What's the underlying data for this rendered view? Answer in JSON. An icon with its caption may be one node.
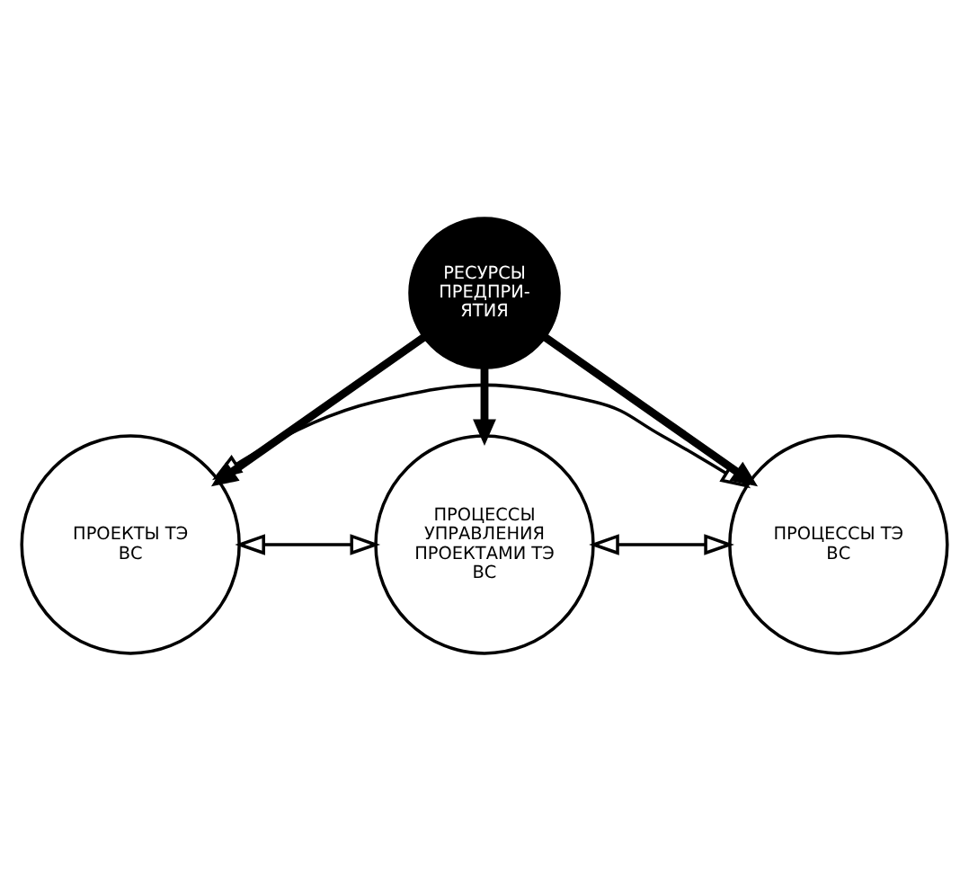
{
  "diagram": {
    "nodes": [
      {
        "text": [
          "ПРОЕКТЫ ТЭ ВС"
        ]
      },
      {
        "text": [
          "РЕСУРСЫ ПРЕДПРИ- ЯТИЯ"
        ]
      },
      {
        "text": [
          "ПРОЦЕССЫ УПРАВЛЕНИЯ ПРОЕКТАМИ ТЭ ВС"
        ]
      },
      {
        "text": [
          "ПРОЦЕССЫ ТЭ ВС"
        ]
      }
    ],
    "edges": [
      {
        "from": 1,
        "to": 0,
        "arrow": "to",
        "style": "thick"
      },
      {
        "from": 1,
        "to": 2,
        "arrow": "to",
        "style": "thick"
      },
      {
        "from": 1,
        "to": 3,
        "arrow": "to",
        "style": "thick"
      },
      {
        "from": 2,
        "to": 0,
        "arrow": "both"
      },
      {
        "from": 0,
        "to": 3,
        "arrow": "both"
      },
      {
        "from": 2,
        "to": 3,
        "arrow": "both"
      }
    ]
  }
}
